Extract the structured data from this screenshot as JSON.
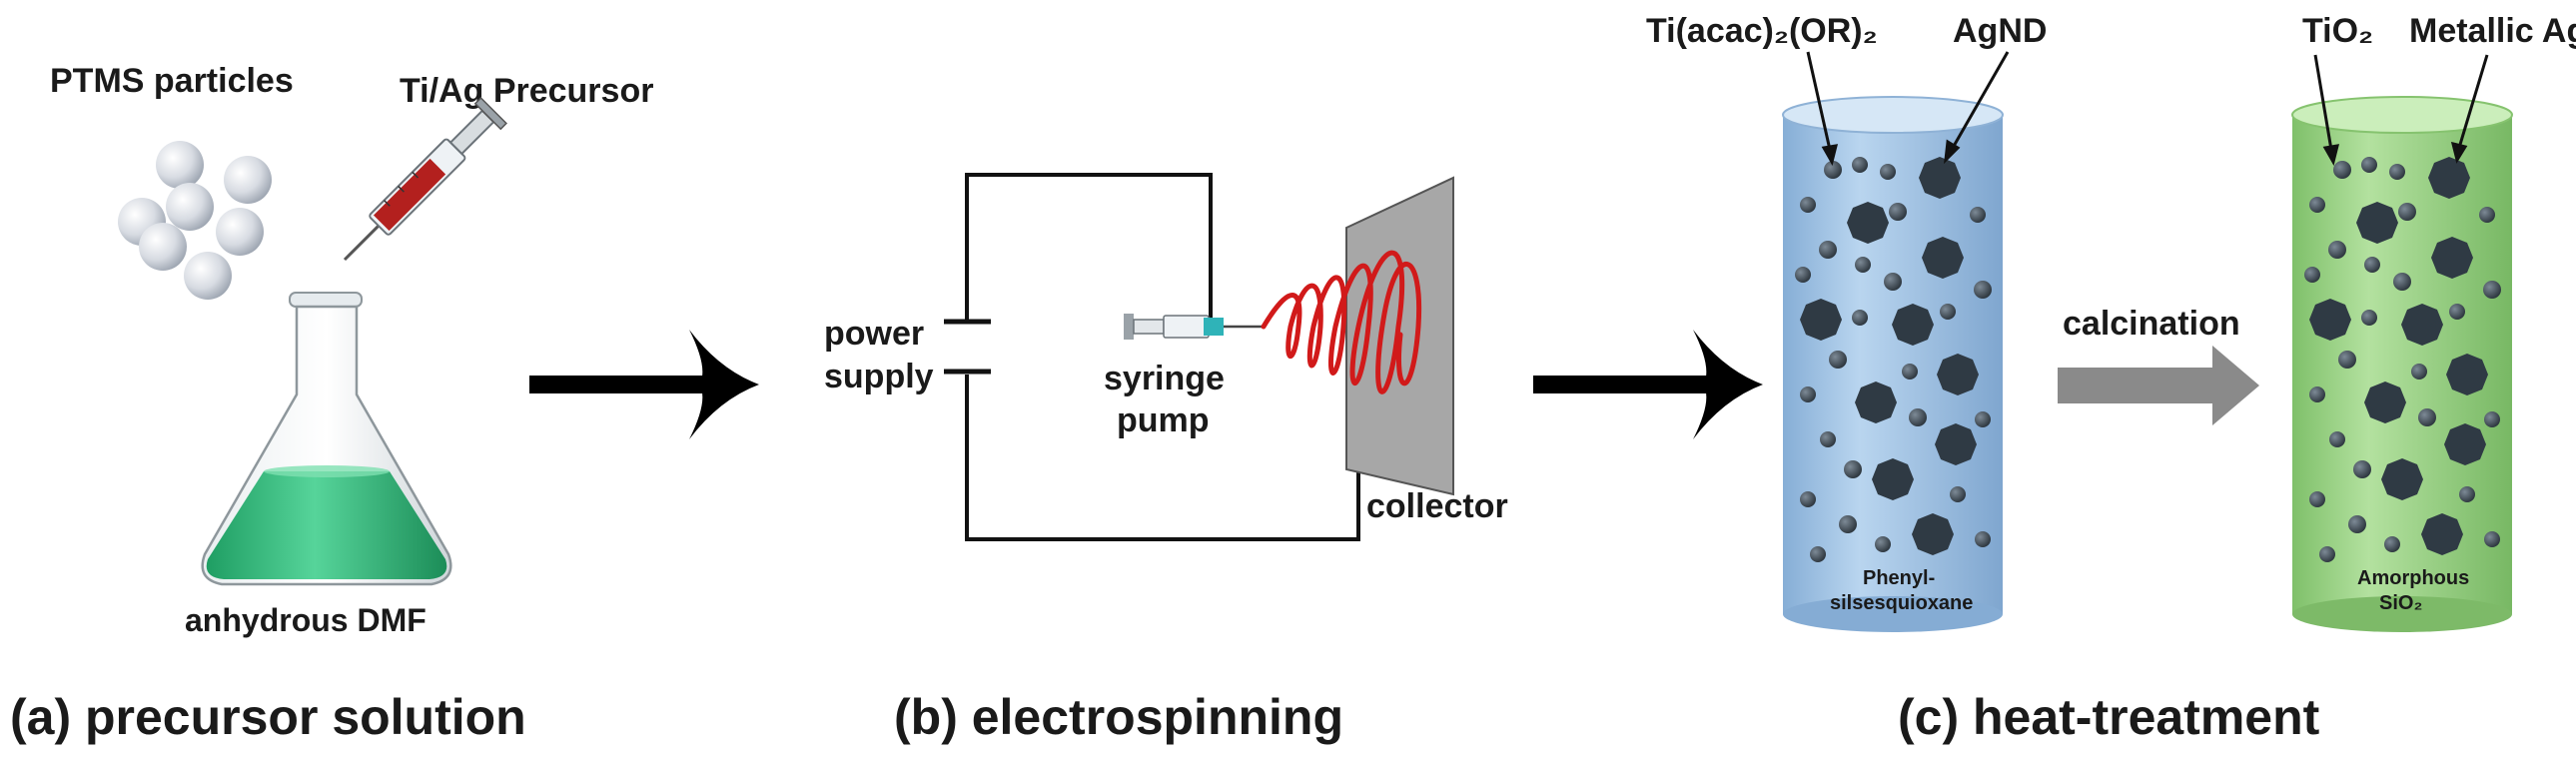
{
  "panels": {
    "a": {
      "caption": "(a) precursor solution",
      "particles_label": "PTMS particles",
      "precursor_label": "Ti/Ag Precursor",
      "solvent_label": "anhydrous DMF"
    },
    "b": {
      "caption": "(b) electrospinning",
      "power_label_line1": "power",
      "power_label_line2": "supply",
      "pump_label_line1": "syringe",
      "pump_label_line2": "pump",
      "collector_label": "collector"
    },
    "c": {
      "caption": "(c) heat-treatment",
      "precursor_species_label": "Ti(acac)₂(OR)₂",
      "agnd_label": "AgND",
      "tio2_label": "TiO₂",
      "metallic_ag_label": "Metallic Ag",
      "process_label": "calcination",
      "fiber1_text_line1": "Phenyl-",
      "fiber1_text_line2": "silsesquioxane",
      "fiber2_text_line1": "Amorphous",
      "fiber2_text_line2": "SiO₂"
    }
  },
  "colors": {
    "solution_green": "#3db87a",
    "fiber_blue": "#a9c9e8",
    "fiber_green": "#9fd48a",
    "nanoparticle_dark": "#2f3a44",
    "spiral_red": "#d11a1a",
    "arrow_black": "#000000",
    "arrow_gray": "#8a8a8a"
  },
  "icons": {
    "flask": "erlenmeyer-flask-icon",
    "syringe": "syringe-icon",
    "particle": "sphere-particle-icon",
    "capacitor": "capacitor-symbol-icon",
    "collector": "collector-plate-icon"
  }
}
